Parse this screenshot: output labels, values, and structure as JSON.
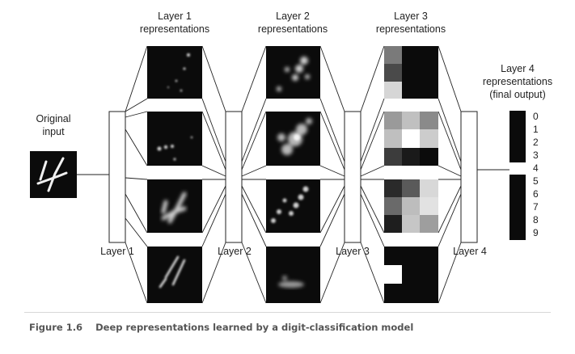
{
  "original_input": {
    "line1": "Original",
    "line2": "input"
  },
  "column_titles": [
    {
      "line1": "Layer 1",
      "line2": "representations"
    },
    {
      "line1": "Layer 2",
      "line2": "representations"
    },
    {
      "line1": "Layer 3",
      "line2": "representations"
    },
    {
      "line1": "Layer 4",
      "line2": "representations",
      "line3": "(final output)"
    }
  ],
  "layer_labels": [
    "Layer 1",
    "Layer 2",
    "Layer 3",
    "Layer 4"
  ],
  "output_digits": [
    "0",
    "1",
    "2",
    "3",
    "4",
    "5",
    "6",
    "7",
    "8",
    "9"
  ],
  "active_output_digit": "4",
  "caption": {
    "figure": "Figure 1.6",
    "text": "Deep representations learned by a digit-classification model"
  },
  "colors": {
    "line": "#222222",
    "image_bg": "#0b0b0b",
    "stroke": "#f0f0f0"
  }
}
